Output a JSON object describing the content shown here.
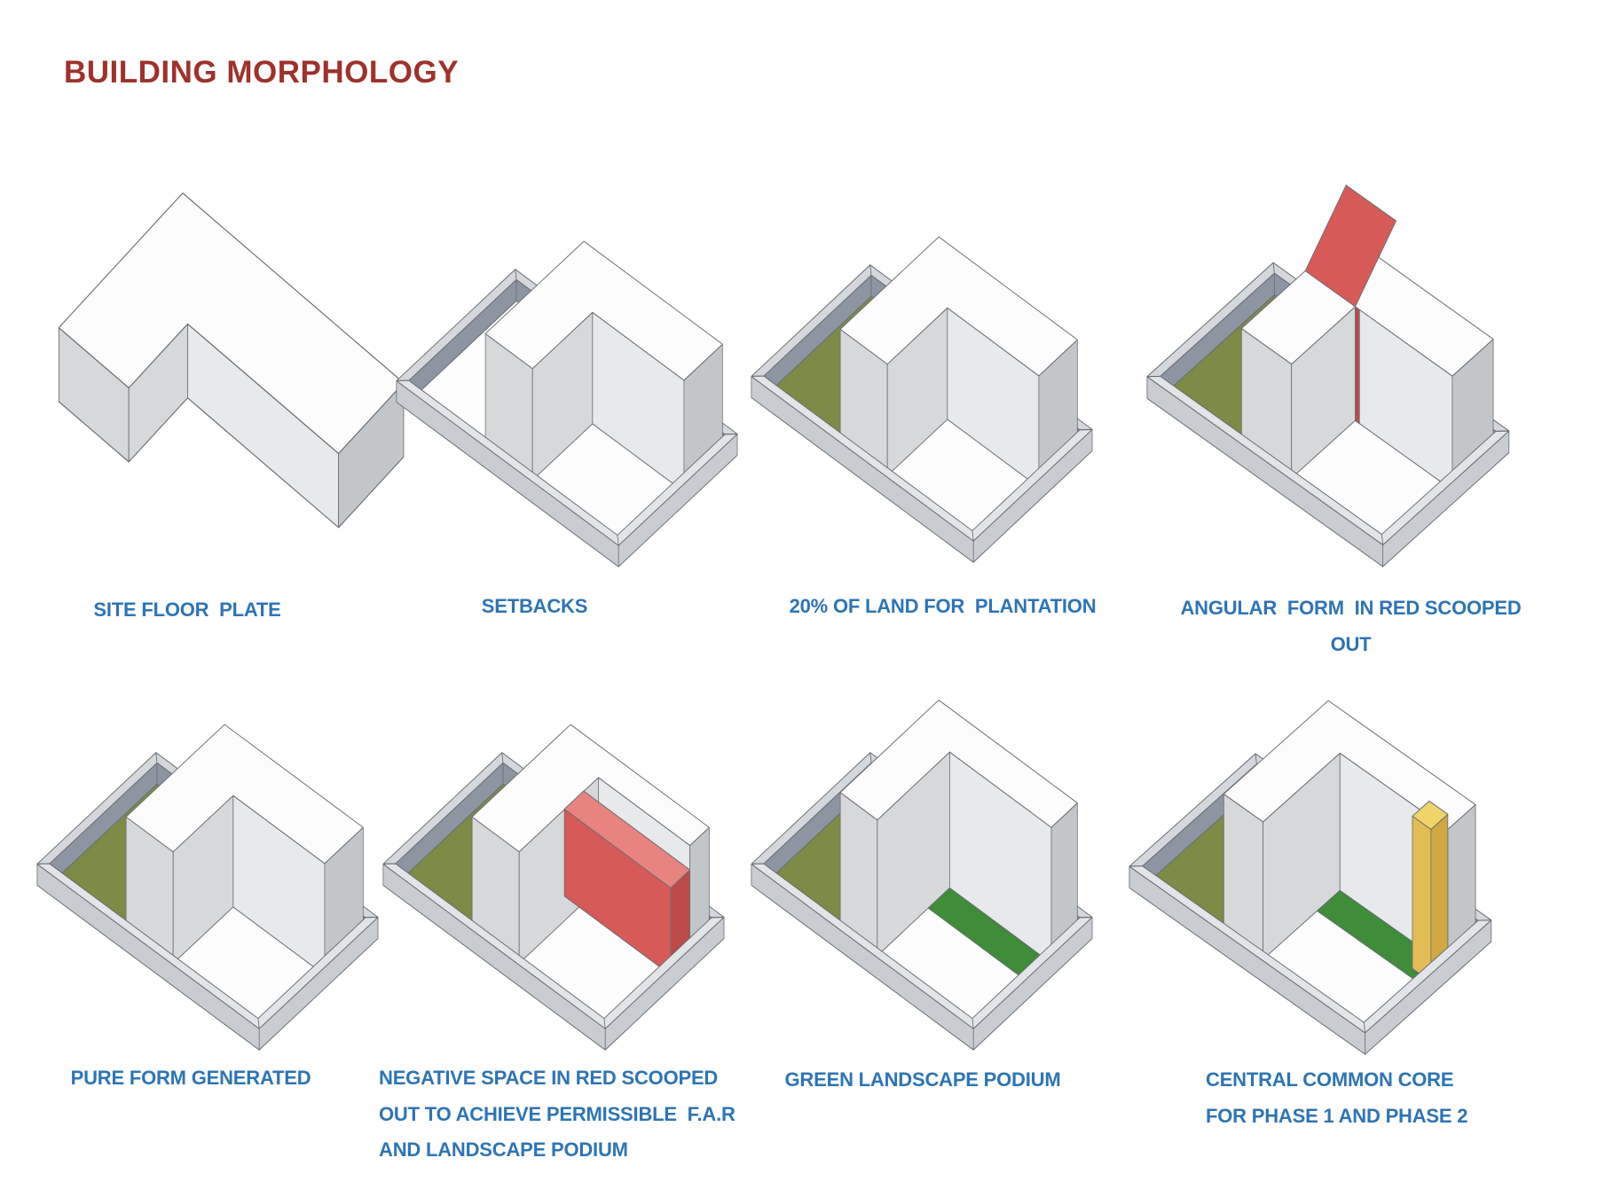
{
  "title": "BUILDING MORPHOLOGY",
  "panels": [
    {
      "id": "site-floor-plate",
      "caption": "SITE FLOOR  PLATE"
    },
    {
      "id": "setbacks",
      "caption": "SETBACKS"
    },
    {
      "id": "plantation",
      "caption": "20% OF LAND FOR  PLANTATION"
    },
    {
      "id": "angular-form",
      "caption": "ANGULAR  FORM  IN RED SCOOPED OUT"
    },
    {
      "id": "pure-form",
      "caption": "PURE FORM GENERATED"
    },
    {
      "id": "negative-space",
      "caption": "NEGATIVE SPACE IN RED SCOOPED\nOUT TO ACHIEVE PERMISSIBLE  F.A.R\nAND LANDSCAPE PODIUM"
    },
    {
      "id": "green-podium",
      "caption": "GREEN LANDSCAPE PODIUM"
    },
    {
      "id": "central-core",
      "caption": "CENTRAL COMMON CORE\nFOR PHASE 1 AND PHASE 2"
    }
  ],
  "legend_semantics": {
    "olive_patch": "20% land for plantation",
    "red_volume": "scooped-out negative space",
    "green_strip": "green landscape podium",
    "yellow_tower": "central common core"
  },
  "colors": {
    "page_bg": "#ffffff",
    "title": "#9f312b",
    "caption": "#2e74b5",
    "outline": "#696e72",
    "face_top": "#fcfcfd",
    "face_light": "#e7e9ea",
    "face_mid": "#d6d8da",
    "face_dark": "#c3c6c9",
    "floor": "#fdfdfe",
    "tray_inner": "#8c95a1",
    "tray_top": "#d4d8dc",
    "tray_front": "#c9cdd1",
    "tray_front_top": "#e2e5e8",
    "olive": "#7c8b45",
    "green": "#3f8c39",
    "red": "#d65a58",
    "red_light": "#e8837f",
    "red_dark": "#bc4a48",
    "yellow_top": "#f0d46a",
    "yellow_x": "#d0a943",
    "yellow_y": "#e2bd55"
  }
}
